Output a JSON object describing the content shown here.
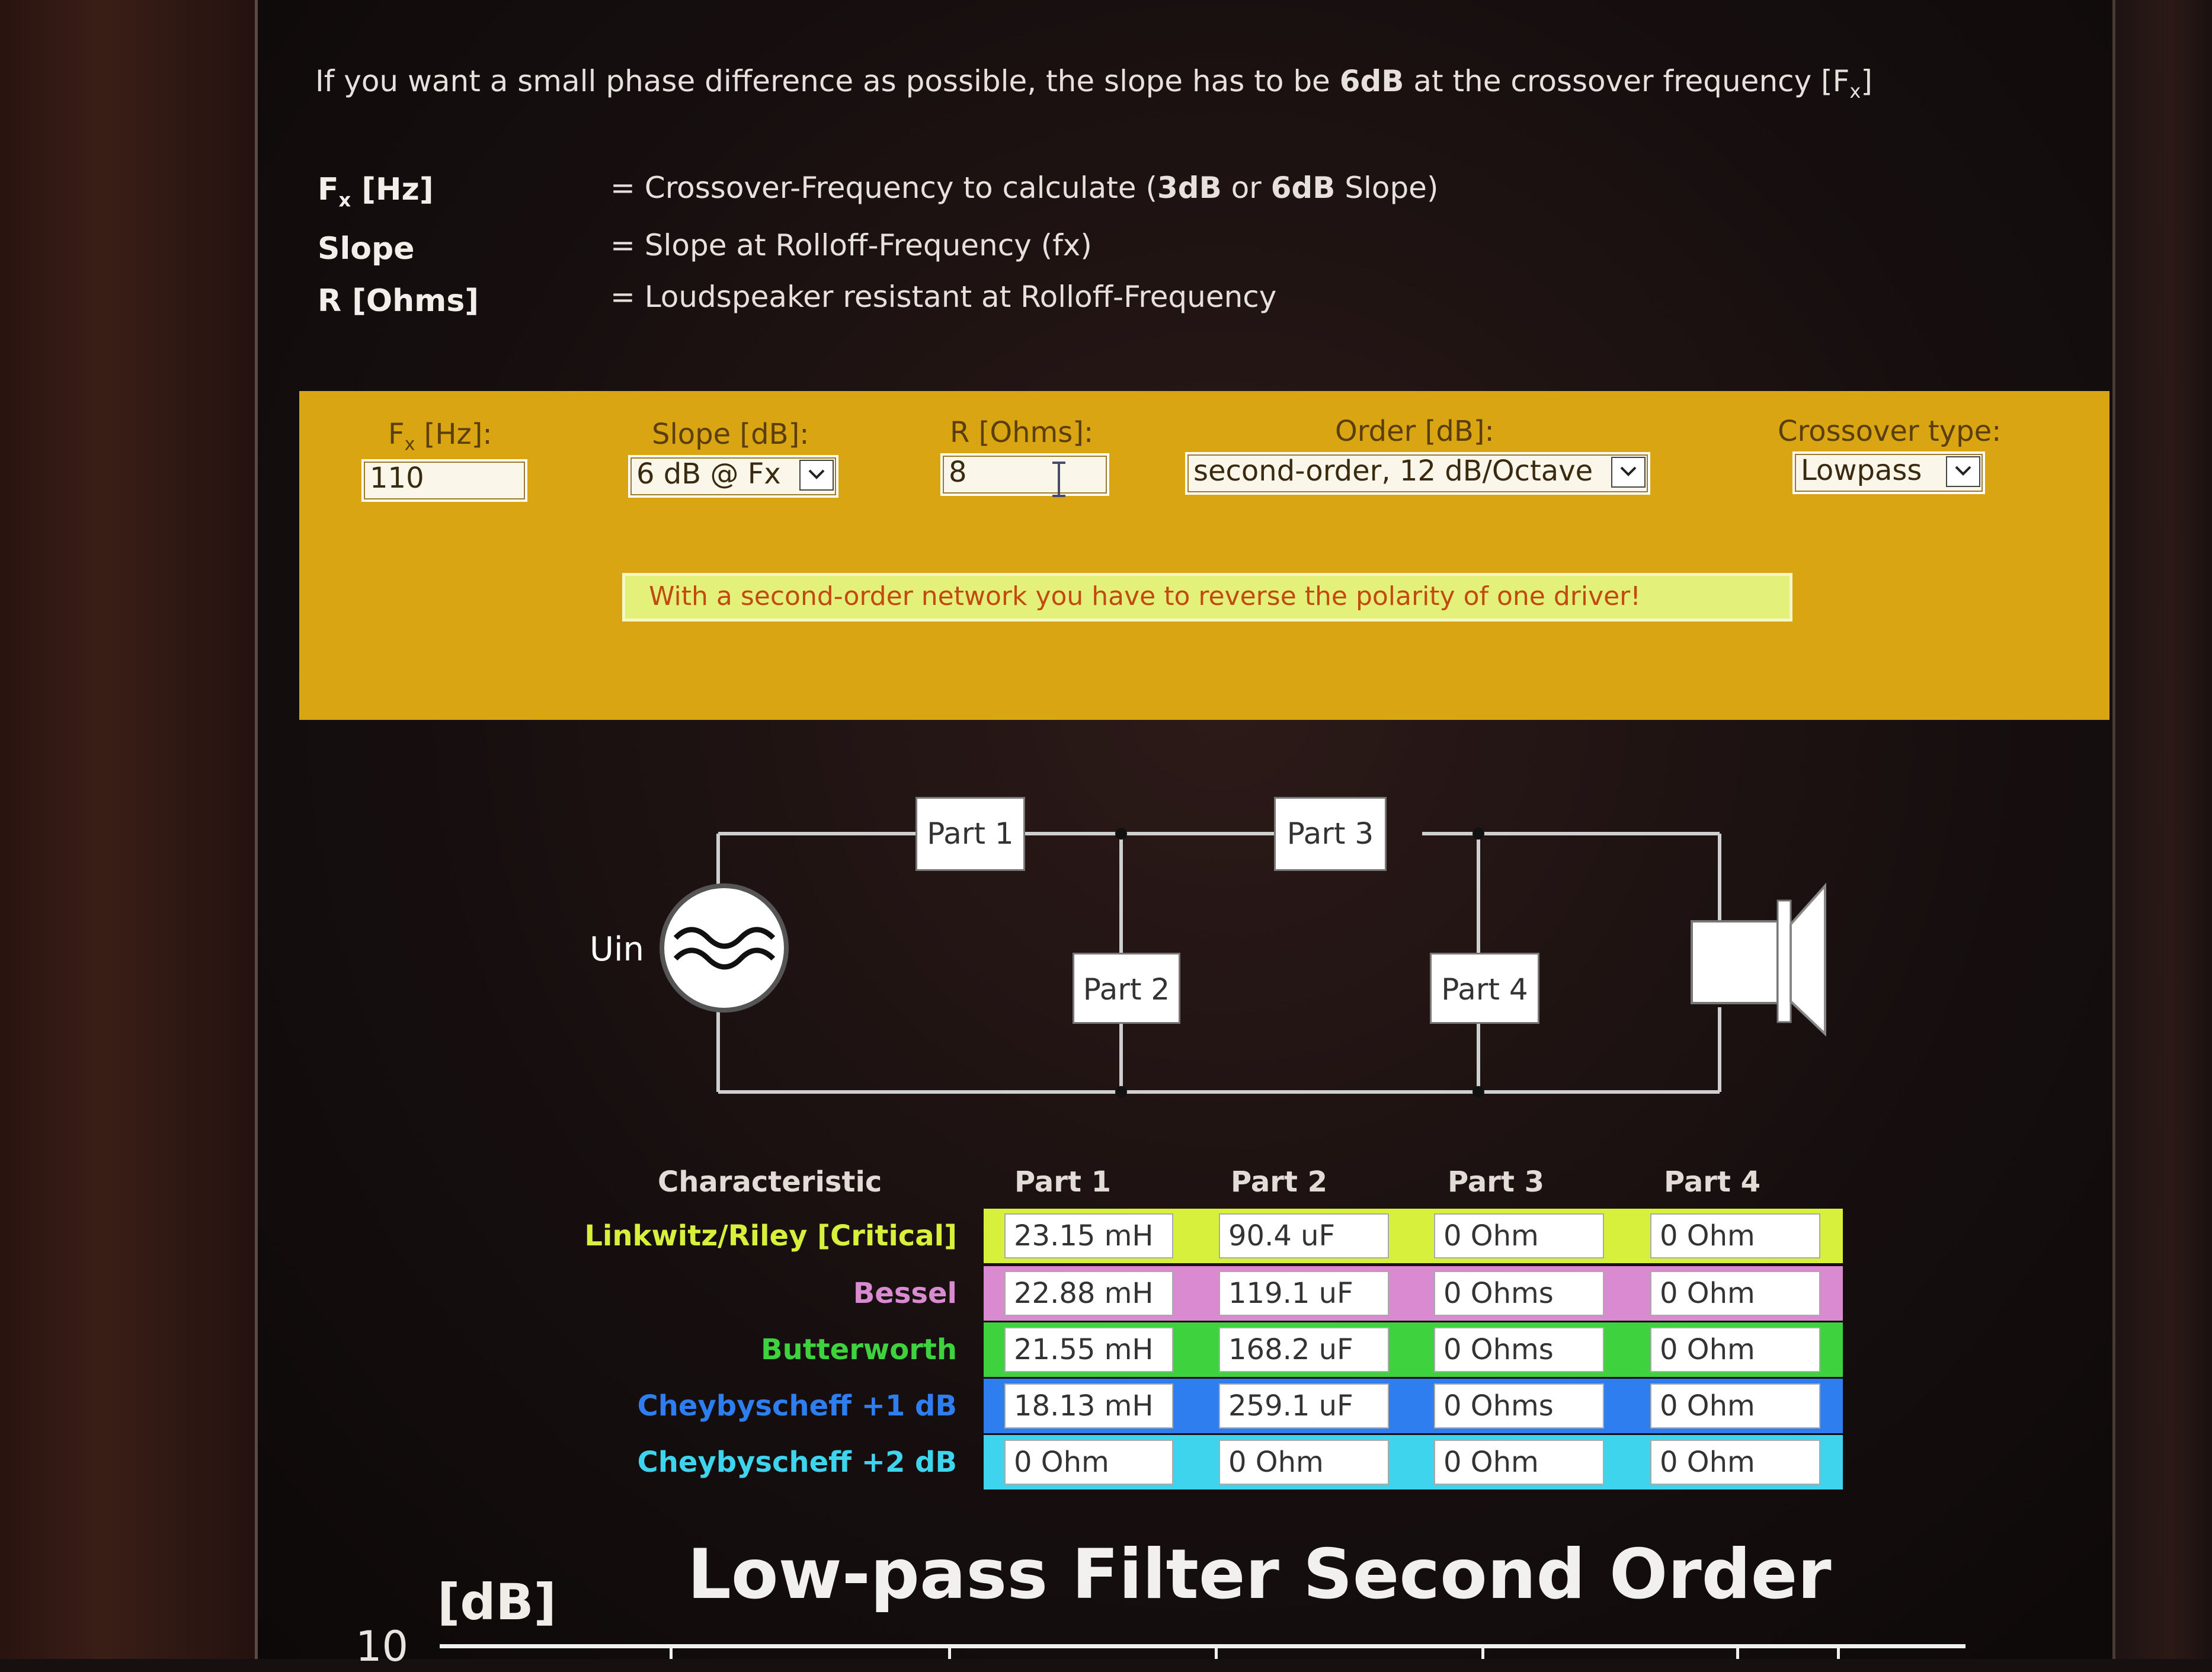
{
  "intro": {
    "pre": "If you want a small phase difference as possible, the slope has to be ",
    "bold": "6dB",
    "post": " at the crossover frequency [F",
    "sub": "x",
    "end": "]"
  },
  "definitions": [
    {
      "label_main": "F",
      "label_sub": "x",
      "label_rest": " [Hz]",
      "eq": "= Crossover-Frequency to calculate (",
      "b1": "3dB",
      "mid": " or ",
      "b2": "6dB",
      "tail": " Slope)"
    },
    {
      "label": "Slope",
      "text": "= Slope at Rolloff-Frequency (fx)"
    },
    {
      "label": "R [Ohms]",
      "text": "= Loudspeaker resistant at Rolloff-Frequency"
    }
  ],
  "form": {
    "fx_label_main": "F",
    "fx_label_sub": "x",
    "fx_label_rest": " [Hz]:",
    "fx_value": "110",
    "slope_label": "Slope [dB]:",
    "slope_value": "6 dB @ Fx",
    "r_label": "R [Ohms]:",
    "r_value": "8",
    "order_label": "Order [dB]:",
    "order_value": "second-order, 12 dB/Octave",
    "type_label": "Crossover type:",
    "type_value": "Lowpass",
    "warning": "With a second-order network you have to reverse the polarity of one driver!"
  },
  "circuit": {
    "uin": "Uin",
    "parts": [
      "Part 1",
      "Part 2",
      "Part 3",
      "Part 4"
    ]
  },
  "table": {
    "headers": [
      "Characteristic",
      "Part 1",
      "Part 2",
      "Part 3",
      "Part 4"
    ],
    "rows": [
      {
        "name": "Linkwitz/Riley [Critical]",
        "color": "#d6f03c",
        "values": [
          "23.15 mH",
          "90.4 uF",
          "0 Ohm",
          "0 Ohm"
        ]
      },
      {
        "name": "Bessel",
        "color": "#d98ad0",
        "values": [
          "22.88 mH",
          "119.1 uF",
          "0 Ohms",
          "0 Ohm"
        ]
      },
      {
        "name": "Butterworth",
        "color": "#3ed23e",
        "values": [
          "21.55 mH",
          "168.2 uF",
          "0 Ohms",
          "0 Ohm"
        ]
      },
      {
        "name": "Cheybyscheff +1 dB",
        "color": "#2f7ef0",
        "values": [
          "18.13 mH",
          "259.1 uF",
          "0 Ohms",
          "0 Ohm"
        ]
      },
      {
        "name": "Cheybyscheff +2 dB",
        "color": "#3ed4ee",
        "values": [
          "0 Ohm",
          "0 Ohm",
          "0 Ohm",
          "0 Ohm"
        ]
      }
    ]
  },
  "chart": {
    "title": "Low-pass Filter Second Order",
    "ylabel": "[dB]",
    "ytick_top": "10"
  }
}
